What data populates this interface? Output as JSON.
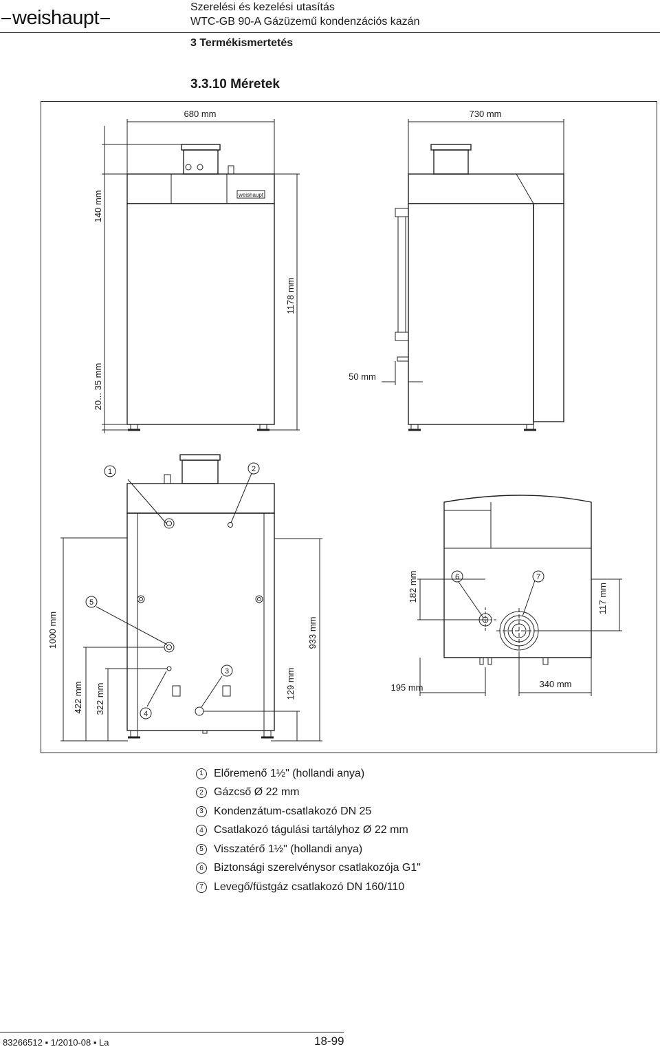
{
  "header": {
    "logo": "weishaupt",
    "title_line1": "Szerelési és kezelési utasítás",
    "title_line2": "WTC-GB 90-A Gázüzemű kondenzációs kazán"
  },
  "section": "3 Termékismertetés",
  "subsection": "3.3.10 Méretek",
  "drawing": {
    "brand_badge": "weishaupt",
    "dimensions": {
      "width_front": "680 mm",
      "width_side": "730 mm",
      "top_section": "140 mm",
      "total_height": "1178 mm",
      "feet": "20... 35 mm",
      "side_offset": "50 mm",
      "rear_height": "1000 mm",
      "conn_933": "933 mm",
      "conn_422": "422 mm",
      "conn_322": "322 mm",
      "conn_129": "129 mm",
      "top_182": "182 mm",
      "top_117": "117 mm",
      "top_195": "195 mm",
      "top_340": "340 mm"
    },
    "markers": [
      "1",
      "2",
      "3",
      "4",
      "5",
      "6",
      "7"
    ]
  },
  "legend": [
    {
      "num": "1",
      "text": "Előremenő 1½\" (hollandi anya)"
    },
    {
      "num": "2",
      "text": "Gázcső Ø 22 mm"
    },
    {
      "num": "3",
      "text": "Kondenzátum-csatlakozó DN 25"
    },
    {
      "num": "4",
      "text": "Csatlakozó tágulási tartályhoz Ø 22 mm"
    },
    {
      "num": "5",
      "text": "Visszatérő 1½\" (hollandi anya)"
    },
    {
      "num": "6",
      "text": "Biztonsági szerelvénysor csatlakozója G1\""
    },
    {
      "num": "7",
      "text": "Levegő/füstgáz csatlakozó DN 160/110"
    }
  ],
  "footer": {
    "code": "83266512 ▪ 1/2010-08 ▪ La",
    "page": "18-99"
  }
}
